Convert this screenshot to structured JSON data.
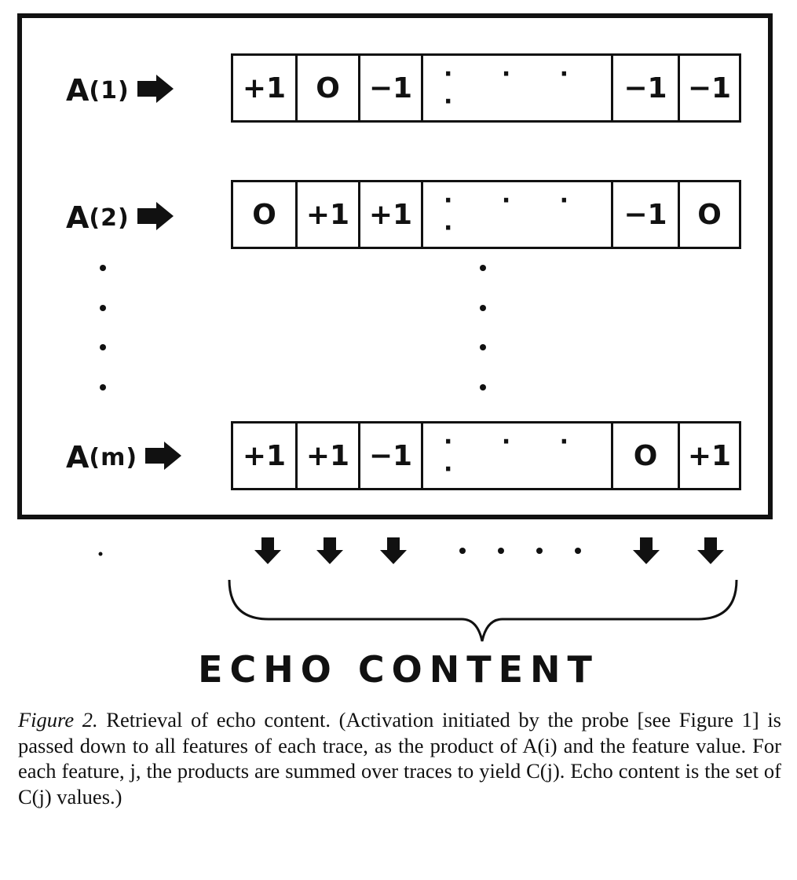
{
  "rows": [
    {
      "label_main": "A",
      "label_index": "(1)",
      "cells": [
        "+1",
        "O",
        "−1",
        "· · · ·",
        "−1",
        "−1"
      ]
    },
    {
      "label_main": "A",
      "label_index": "(2)",
      "cells": [
        "O",
        "+1",
        "+1",
        "· · · ·",
        "−1",
        "O"
      ]
    },
    {
      "label_main": "A",
      "label_index": "(m)",
      "cells": [
        "+1",
        "+1",
        "−1",
        "· · · ·",
        "O",
        "+1"
      ]
    }
  ],
  "echo_label": "ECHO CONTENT",
  "caption": {
    "figure_label": "Figure 2.",
    "text": " Retrieval of echo content. (Activation initiated by the probe [see Figure 1] is passed down to all features of each trace, as the product of A(i) and the feature value. For each feature, j, the products are summed over traces to yield C(j). Echo content is the set of C(j) values.)"
  },
  "colors": {
    "ink": "#111111",
    "background": "#ffffff"
  },
  "icons": {
    "row_arrow": "right-block-arrow-icon",
    "down_arrow": "down-block-arrow-icon"
  }
}
